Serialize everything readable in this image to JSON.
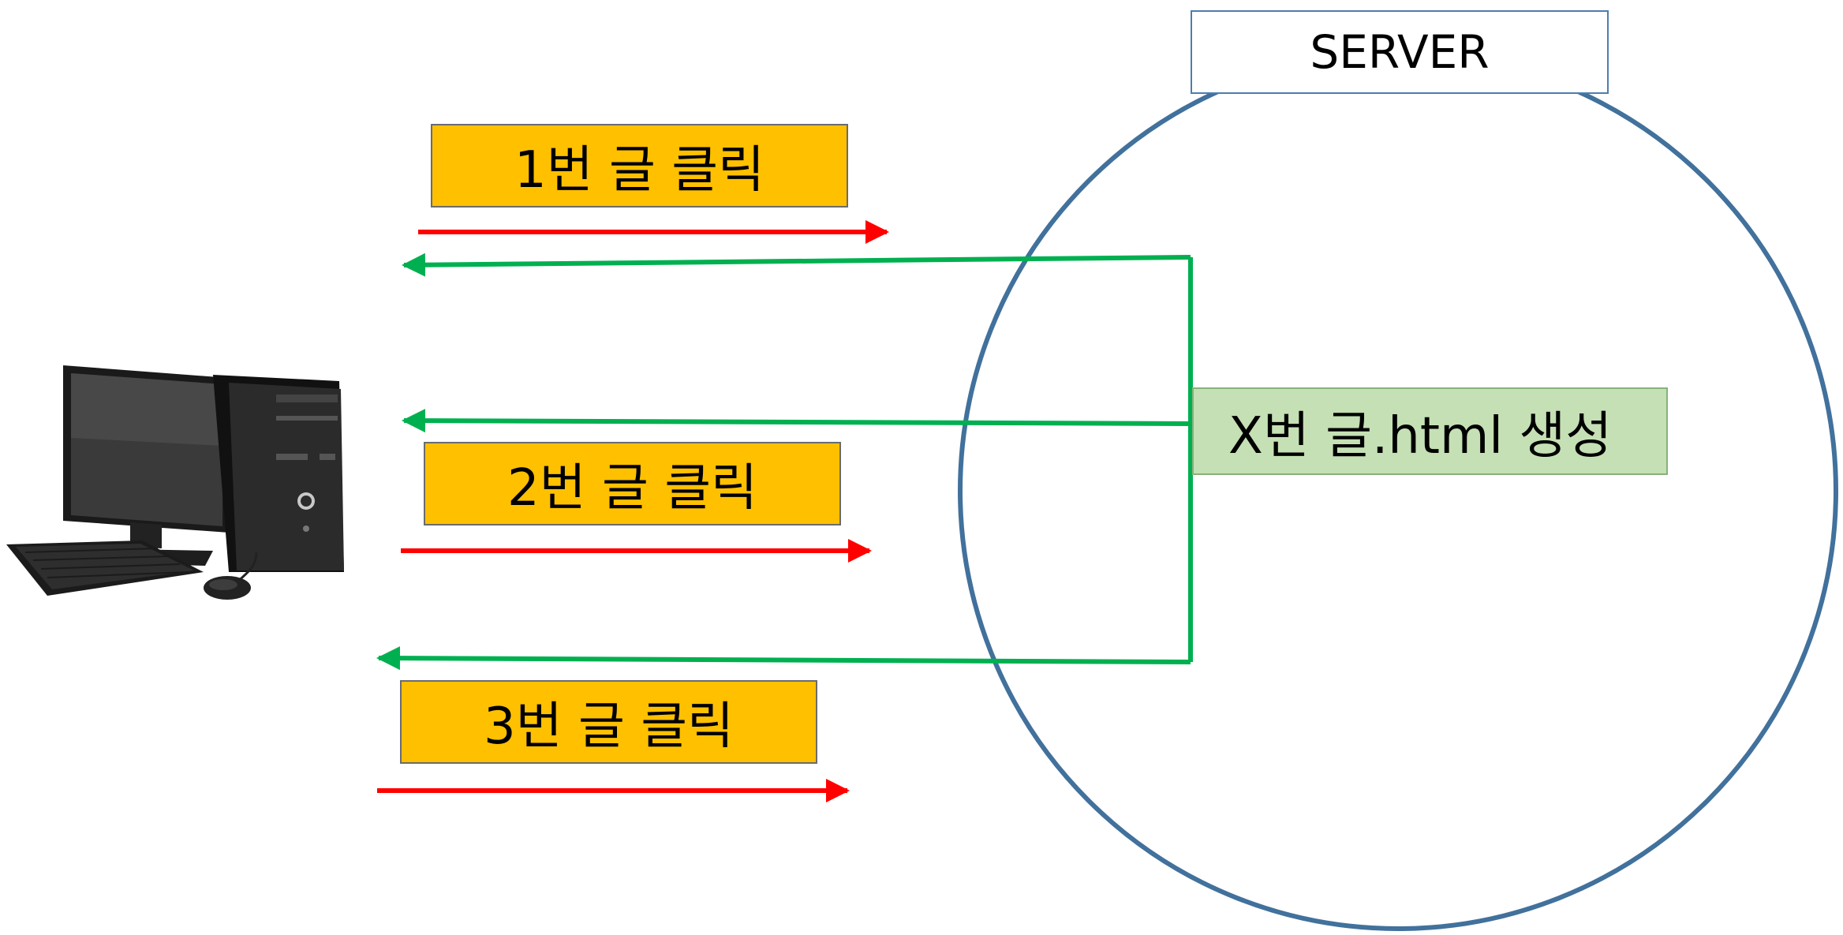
{
  "server": {
    "label": "SERVER"
  },
  "clicks": [
    {
      "label": "1번 글 클릭"
    },
    {
      "label": "2번 글 클릭"
    },
    {
      "label": "3번 글 클릭"
    }
  ],
  "generate": {
    "label": "X번 글.html 생성"
  },
  "colors": {
    "request_arrow": "#ff0000",
    "response_arrow": "#00b050",
    "server_circle": "#41719c",
    "click_box_fill": "#ffc000",
    "generate_box_fill": "#c5e0b4"
  },
  "icons": {
    "client": "desktop-computer-icon"
  }
}
